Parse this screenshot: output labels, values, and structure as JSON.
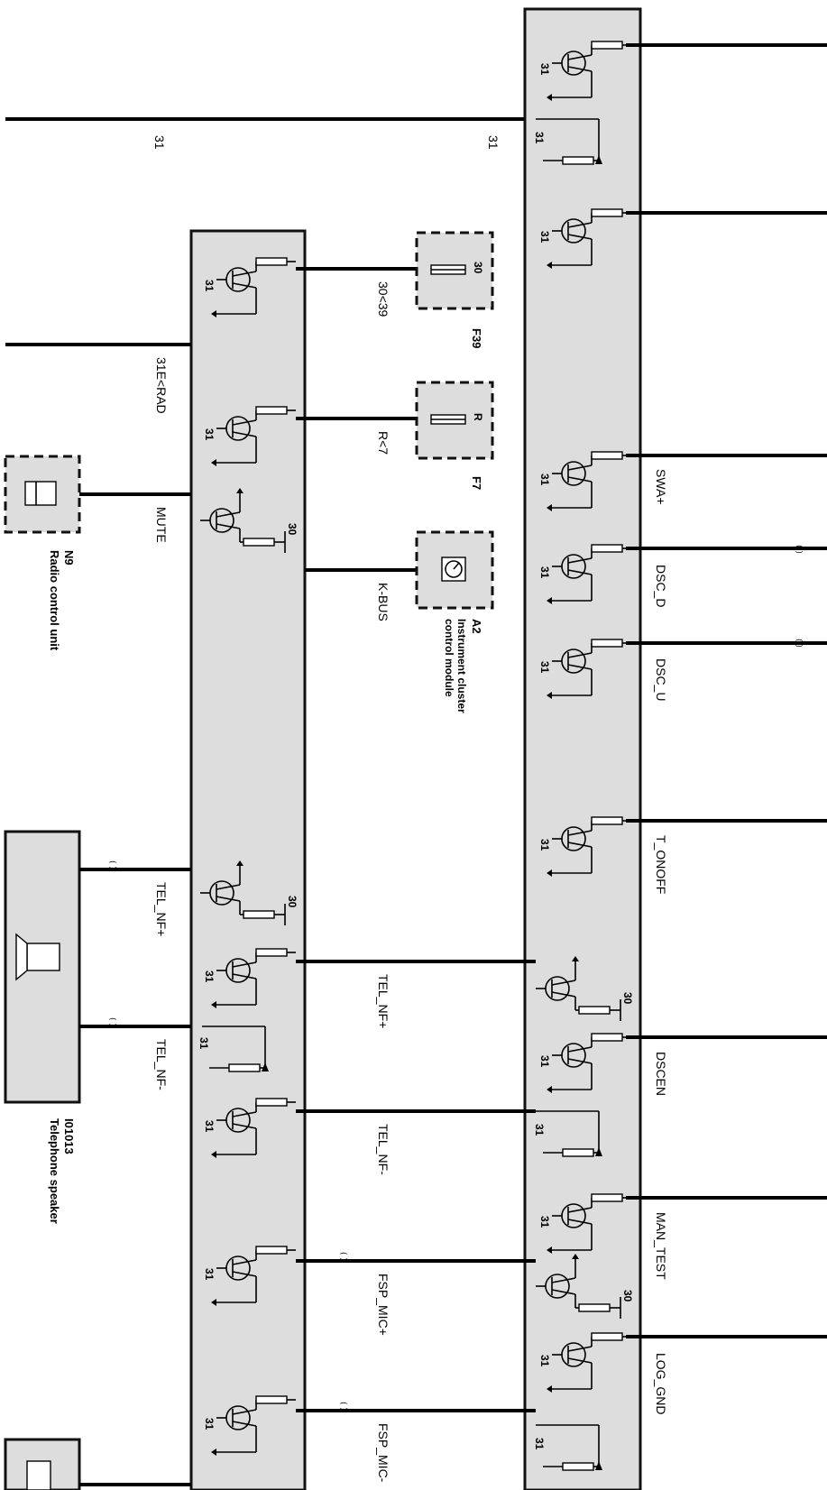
{
  "wire_labels": {
    "ground_left": "31",
    "ground_right": "31",
    "fuse_f39_wire": "30<39",
    "radio_ground": "31E<RAD",
    "fuse_f7_wire": "R<7",
    "mute": "MUTE",
    "kbus": "K-BUS",
    "tel_nf_plus_left": "TEL_NF+",
    "tel_nf_minus_left": "TEL_NF-",
    "tel_nf_plus_mid": "TEL_NF+",
    "tel_nf_minus_mid": "TEL_NF-",
    "fsp_mic_plus": "FSP_MIC+",
    "fsp_mic_minus": "FSP_MIC-",
    "swa_plus": "SWA+",
    "dsc_d": "DSC_D",
    "dsc_u": "DSC_U",
    "t_onoff": "T_ONOFF",
    "dscen": "DSCEN",
    "man_test": "MAN_TEST",
    "log_gnd": "LOG_GND"
  },
  "pin_labels": {
    "ground": "31",
    "supply": "30",
    "fuse_f39_pin": "30",
    "fuse_f7_pin": "R"
  },
  "components": {
    "f39": {
      "id": "F39"
    },
    "f7": {
      "id": "F7"
    },
    "a2": {
      "id": "A2",
      "name_line1": "Instrument cluster",
      "name_line2": "control module"
    },
    "n9": {
      "id": "N9",
      "name": "Radio control unit"
    },
    "speaker": {
      "id": "I01013",
      "name": "Telephone speaker"
    }
  },
  "connector_mark": "(  )",
  "colors": {
    "module_fill": "#dddddd",
    "line": "#000000"
  },
  "icons": {
    "fuse": "fuse-icon",
    "transistor": "transistor-icon",
    "resistor": "resistor-icon",
    "speaker": "speaker-icon",
    "radio": "radio-icon",
    "gauge": "gauge-icon"
  }
}
